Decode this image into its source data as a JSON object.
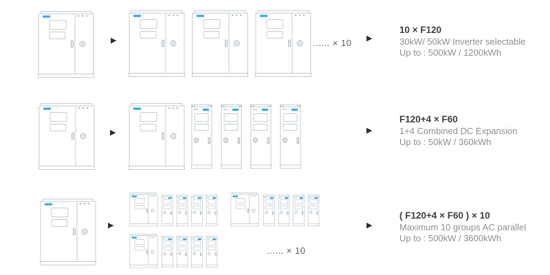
{
  "brand_color": "#36a9e1",
  "icons": {
    "arrow_right": "▶"
  },
  "rows": [
    {
      "name": "single-to-ten-f120",
      "ellipsis_label": "...... × 10",
      "result": {
        "title": "10 × F120",
        "line1": "30kW/ 50kW Inverter selectable",
        "line2": "Up to : 500kW / 1200kWh"
      }
    },
    {
      "name": "f120-plus-four-f60",
      "result": {
        "title": "F120+4 × F60",
        "line1": "1+4 Combined DC Expansion",
        "line2": "Up to : 50kW / 360kWh"
      }
    },
    {
      "name": "ten-groups-parallel",
      "ellipsis_label": "...... × 10",
      "result": {
        "title": "( F120+4 × F60 ) × 10",
        "line1": "Maximum 10 groups AC parallel",
        "line2": "Up to : 500kW / 3600kWh"
      }
    }
  ]
}
